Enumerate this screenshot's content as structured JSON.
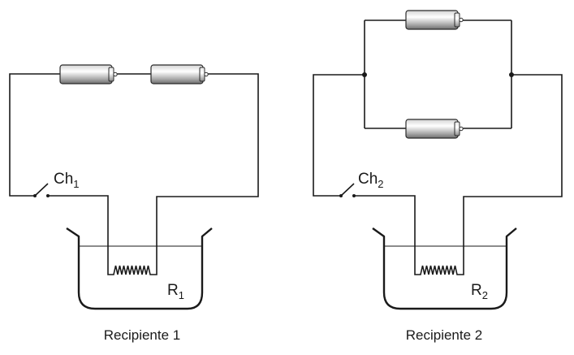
{
  "circuits": [
    {
      "switch": {
        "base": "Ch",
        "sub": "1"
      },
      "resistor": {
        "base": "R",
        "sub": "1"
      },
      "caption": "Recipiente 1",
      "battery_arrangement": "series"
    },
    {
      "switch": {
        "base": "Ch",
        "sub": "2"
      },
      "resistor": {
        "base": "R",
        "sub": "2"
      },
      "caption": "Recipiente 2",
      "battery_arrangement": "parallel"
    }
  ]
}
